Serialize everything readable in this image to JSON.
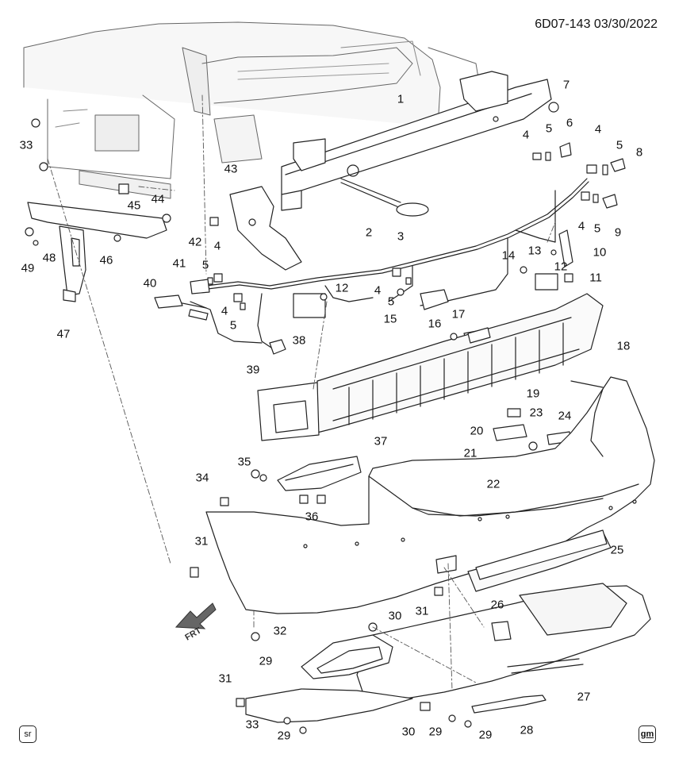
{
  "header": {
    "diagram_id": "6D07-143",
    "date": "03/30/2022"
  },
  "logos": {
    "left": "sr",
    "right": "gm"
  },
  "direction_label": "FRT",
  "callouts": [
    {
      "id": "c1",
      "label": "1"
    },
    {
      "id": "c2",
      "label": "2"
    },
    {
      "id": "c3",
      "label": "3"
    },
    {
      "id": "c4a",
      "label": "4"
    },
    {
      "id": "c4b",
      "label": "4"
    },
    {
      "id": "c4c",
      "label": "4"
    },
    {
      "id": "c4d",
      "label": "4"
    },
    {
      "id": "c4e",
      "label": "4"
    },
    {
      "id": "c4f",
      "label": "4"
    },
    {
      "id": "c5a",
      "label": "5"
    },
    {
      "id": "c5b",
      "label": "5"
    },
    {
      "id": "c5c",
      "label": "5"
    },
    {
      "id": "c5d",
      "label": "5"
    },
    {
      "id": "c5e",
      "label": "5"
    },
    {
      "id": "c5f",
      "label": "5"
    },
    {
      "id": "c6",
      "label": "6"
    },
    {
      "id": "c7",
      "label": "7"
    },
    {
      "id": "c8",
      "label": "8"
    },
    {
      "id": "c9",
      "label": "9"
    },
    {
      "id": "c10",
      "label": "10"
    },
    {
      "id": "c11",
      "label": "11"
    },
    {
      "id": "c12a",
      "label": "12"
    },
    {
      "id": "c12b",
      "label": "12"
    },
    {
      "id": "c13",
      "label": "13"
    },
    {
      "id": "c14",
      "label": "14"
    },
    {
      "id": "c15",
      "label": "15"
    },
    {
      "id": "c16",
      "label": "16"
    },
    {
      "id": "c17",
      "label": "17"
    },
    {
      "id": "c18",
      "label": "18"
    },
    {
      "id": "c19",
      "label": "19"
    },
    {
      "id": "c20",
      "label": "20"
    },
    {
      "id": "c21",
      "label": "21"
    },
    {
      "id": "c22",
      "label": "22"
    },
    {
      "id": "c23",
      "label": "23"
    },
    {
      "id": "c24",
      "label": "24"
    },
    {
      "id": "c25",
      "label": "25"
    },
    {
      "id": "c26",
      "label": "26"
    },
    {
      "id": "c27",
      "label": "27"
    },
    {
      "id": "c28",
      "label": "28"
    },
    {
      "id": "c29a",
      "label": "29"
    },
    {
      "id": "c29b",
      "label": "29"
    },
    {
      "id": "c29c",
      "label": "29"
    },
    {
      "id": "c29d",
      "label": "29"
    },
    {
      "id": "c30a",
      "label": "30"
    },
    {
      "id": "c30b",
      "label": "30"
    },
    {
      "id": "c31a",
      "label": "31"
    },
    {
      "id": "c31b",
      "label": "31"
    },
    {
      "id": "c31c",
      "label": "31"
    },
    {
      "id": "c32",
      "label": "32"
    },
    {
      "id": "c33a",
      "label": "33"
    },
    {
      "id": "c33b",
      "label": "33"
    },
    {
      "id": "c34",
      "label": "34"
    },
    {
      "id": "c35",
      "label": "35"
    },
    {
      "id": "c36",
      "label": "36"
    },
    {
      "id": "c37",
      "label": "37"
    },
    {
      "id": "c38",
      "label": "38"
    },
    {
      "id": "c39",
      "label": "39"
    },
    {
      "id": "c40",
      "label": "40"
    },
    {
      "id": "c41",
      "label": "41"
    },
    {
      "id": "c42",
      "label": "42"
    },
    {
      "id": "c43",
      "label": "43"
    },
    {
      "id": "c44",
      "label": "44"
    },
    {
      "id": "c45",
      "label": "45"
    },
    {
      "id": "c46",
      "label": "46"
    },
    {
      "id": "c47",
      "label": "47"
    },
    {
      "id": "c48",
      "label": "48"
    },
    {
      "id": "c49",
      "label": "49"
    }
  ]
}
